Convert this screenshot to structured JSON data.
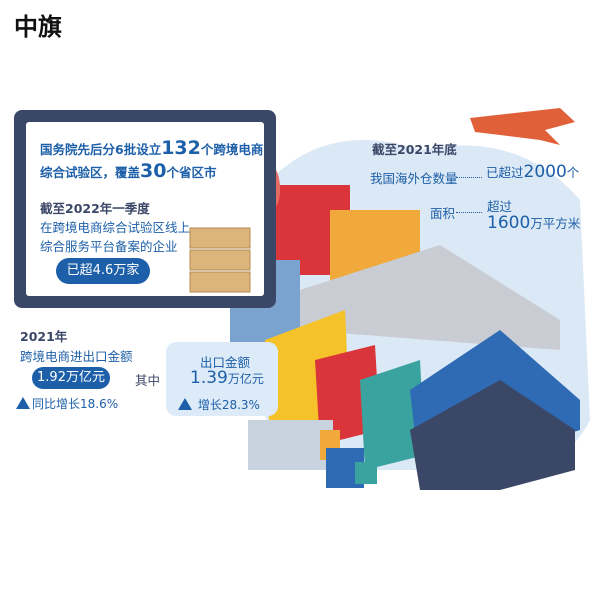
{
  "logo": {
    "text": "中旗"
  },
  "panel": {
    "line1_a": "国务院先后分6批设立",
    "line1_num": "132",
    "line1_b": "个跨境电商",
    "line2_a": "综合试验区，覆盖",
    "line2_num": "30",
    "line2_b": "个省区市",
    "date": "截至2022年一季度",
    "desc1": "在跨境电商综合试验区线上",
    "desc2": "综合服务平台备案的企业",
    "pill": "已超4.6万家"
  },
  "trade": {
    "year": "2021年",
    "label": "跨境电商进出口金额",
    "value": "1.92万亿元",
    "growth": "同比增长18.6%",
    "of_which": "其中",
    "export_label": "出口金额",
    "export_num": "1.39",
    "export_unit": "万亿元",
    "export_growth": "增长28.3%"
  },
  "overseas": {
    "date": "截至2021年底",
    "count_label": "我国海外仓数量",
    "count_a": "已超过",
    "count_num": "2000",
    "count_b": "个",
    "area_label": "面积",
    "area_a": "超过",
    "area_num": "1600",
    "area_b": "万平方米"
  },
  "colors": {
    "blue": "#1d5fa8",
    "navy": "#3b4767",
    "light": "#dcebf7"
  }
}
